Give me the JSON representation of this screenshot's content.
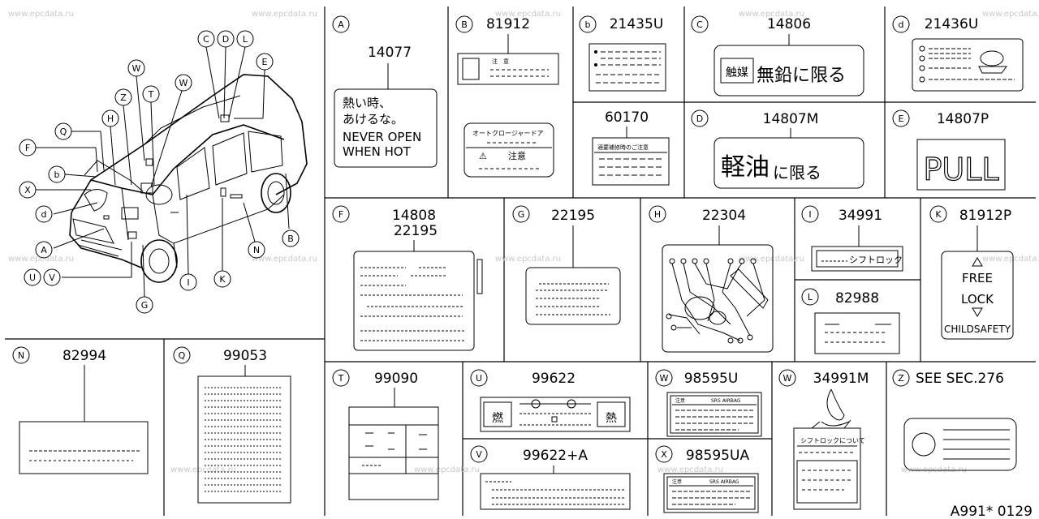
{
  "watermark": "www.epcdata.ru",
  "footer_code": "A991* 0129",
  "panels": [
    {
      "letter": "A",
      "part": "14077",
      "lines": [
        "熱い時、",
        "あけるな。",
        "NEVER OPEN",
        "WHEN HOT"
      ]
    },
    {
      "letter": "B",
      "part": "81912",
      "text1": "注　意",
      "text2": "オートクロージャードア",
      "text3": "注意"
    },
    {
      "letter": "b",
      "part": "21435U"
    },
    {
      "letter": "",
      "part": "60170",
      "text1": "適要補修時のご注意"
    },
    {
      "letter": "C",
      "part": "14806",
      "text1": "触媒",
      "text2": "無鉛に限る"
    },
    {
      "letter": "d",
      "part": "21436U"
    },
    {
      "letter": "D",
      "part": "14807M",
      "text1": "軽油",
      "text2": "に限る"
    },
    {
      "letter": "E",
      "part": "14807P",
      "text1": "PULL"
    },
    {
      "letter": "F",
      "part": "14808",
      "part2": "22195"
    },
    {
      "letter": "G",
      "part": "22195"
    },
    {
      "letter": "H",
      "part": "22304"
    },
    {
      "letter": "I",
      "part": "34991",
      "text1": "シフトロック"
    },
    {
      "letter": "K",
      "part": "81912P",
      "lines": [
        "FREE",
        "LOCK",
        "CHILDSAFETY"
      ]
    },
    {
      "letter": "L",
      "part": "82988"
    },
    {
      "letter": "N",
      "part": "82994"
    },
    {
      "letter": "Q",
      "part": "99053"
    },
    {
      "letter": "T",
      "part": "99090"
    },
    {
      "letter": "U",
      "part": "99622"
    },
    {
      "letter": "V",
      "part": "99622+A"
    },
    {
      "letter": "W",
      "part": "98595U",
      "text1": "注意",
      "text2": "SRS AIRBAG"
    },
    {
      "letter": "X",
      "part": "98595UA",
      "text1": "注意",
      "text2": "SRS AIRBAG"
    },
    {
      "letter": "W",
      "part": "34991M",
      "text1": "シフトロックについて"
    },
    {
      "letter": "Z",
      "part": "SEE SEC.276"
    }
  ],
  "vehicle_callouts": [
    "C",
    "D",
    "L",
    "E",
    "W",
    "W",
    "T",
    "Z",
    "H",
    "Q",
    "F",
    "b",
    "X",
    "d",
    "A",
    "U",
    "V",
    "G",
    "I",
    "K",
    "N",
    "B"
  ]
}
